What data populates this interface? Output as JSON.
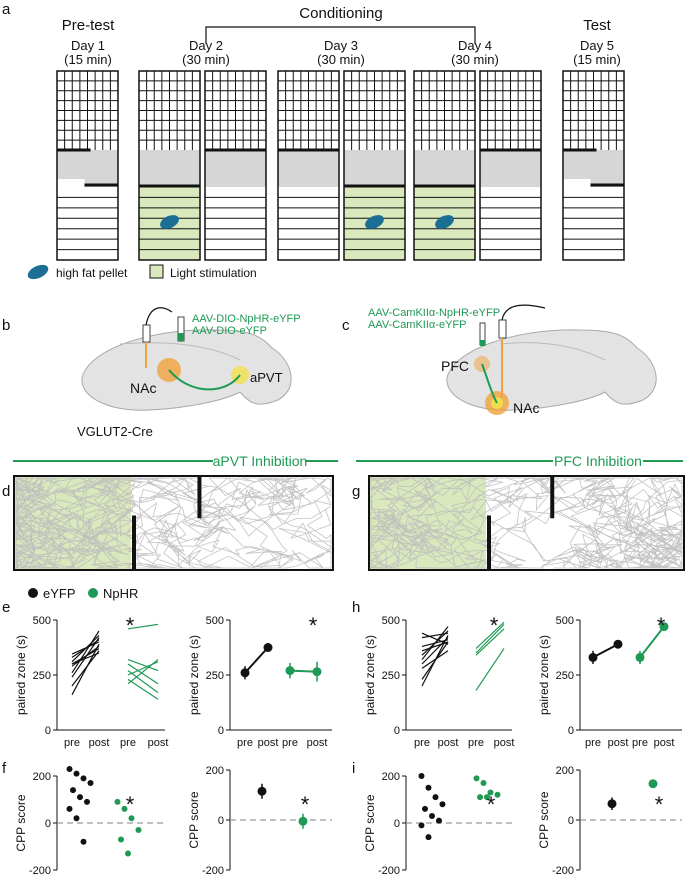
{
  "panels": {
    "a": "a",
    "b": "b",
    "c": "c",
    "d": "d",
    "e": "e",
    "f": "f",
    "g": "g",
    "h": "h",
    "i": "i"
  },
  "timeline": {
    "pretest": "Pre-test",
    "conditioning": "Conditioning",
    "test": "Test",
    "days": [
      {
        "label": "Day 1",
        "dur": "(15 min)"
      },
      {
        "label": "Day 2",
        "dur": "(30 min)"
      },
      {
        "label": "Day 3",
        "dur": "(30 min)"
      },
      {
        "label": "Day 4",
        "dur": "(30 min)"
      },
      {
        "label": "Day 5",
        "dur": "(15 min)"
      }
    ],
    "legend_pellet": "high fat pellet",
    "legend_light": "Light stimulation"
  },
  "colors": {
    "green": "#1f9a55",
    "light_green": "#d9e8bd",
    "grey": "#d6d6d6",
    "pellet": "#1b6f95",
    "trace": "#bdbdbd",
    "orange": "#f0a23c",
    "yellow": "#f2e04a"
  },
  "brain_b": {
    "virus1": "AAV-DIO-NpHR-eYFP",
    "virus2": "AAV-DIO-eYFP",
    "region1": "NAc",
    "region2": "aPVT",
    "mouse": "VGLUT2-Cre"
  },
  "brain_c": {
    "virus1": "AAV-CamKIIα-NpHR-eYFP",
    "virus2": "AAV-CamKIIα-eYFP",
    "region1": "PFC",
    "region2": "NAc"
  },
  "sections": {
    "left": "aPVT Inhibition",
    "right": "PFC Inhibition"
  },
  "legend": {
    "eyfp": "eYFP",
    "nphr": "NpHR"
  },
  "axes": {
    "paired": "paired zone (s)",
    "cpp": "CPP score",
    "pre": "pre",
    "post": "post",
    "star": "*",
    "paired_ticks": [
      "0",
      "250",
      "500"
    ],
    "cpp_ticks": [
      "200",
      "0",
      "-200"
    ]
  },
  "chart_data": [
    {
      "type": "line",
      "panel": "e-left",
      "ylabel": "paired zone (s)",
      "ylim": [
        0,
        500
      ],
      "x": [
        "pre",
        "post",
        "pre",
        "post"
      ],
      "series": [
        {
          "name": "eYFP",
          "pairs": [
            [
              160,
              390
            ],
            [
              200,
              360
            ],
            [
              240,
              420
            ],
            [
              260,
              450
            ],
            [
              290,
              380
            ],
            [
              300,
              350
            ],
            [
              310,
              430
            ],
            [
              330,
              410
            ],
            [
              345,
              400
            ],
            [
              300,
              370
            ]
          ]
        },
        {
          "name": "NpHR",
          "pairs": [
            [
              270,
              170
            ],
            [
              250,
              310
            ],
            [
              230,
              140
            ],
            [
              320,
              270
            ],
            [
              210,
              320
            ],
            [
              300,
              210
            ],
            [
              460,
              480
            ]
          ]
        }
      ]
    },
    {
      "type": "line",
      "panel": "e-right",
      "ylabel": "paired zone (s)",
      "ylim": [
        0,
        500
      ],
      "x": [
        "pre",
        "post",
        "pre",
        "post"
      ],
      "series": [
        {
          "name": "eYFP",
          "means": [
            260,
            375
          ],
          "errors": [
            30,
            15
          ]
        },
        {
          "name": "NpHR",
          "means": [
            270,
            265
          ],
          "errors": [
            35,
            45
          ]
        }
      ]
    },
    {
      "type": "scatter",
      "panel": "f-left",
      "ylabel": "CPP score",
      "ylim": [
        -200,
        200
      ],
      "series": [
        {
          "name": "eYFP",
          "values": [
            230,
            210,
            190,
            170,
            140,
            110,
            90,
            60,
            20,
            -80
          ]
        },
        {
          "name": "NpHR",
          "values": [
            90,
            60,
            20,
            -30,
            -70,
            -130
          ]
        }
      ]
    },
    {
      "type": "scatter",
      "panel": "f-right",
      "ylabel": "CPP score",
      "ylim": [
        -200,
        200
      ],
      "series": [
        {
          "name": "eYFP",
          "mean": 115,
          "error": 30
        },
        {
          "name": "NpHR",
          "mean": -5,
          "error": 30
        }
      ]
    },
    {
      "type": "line",
      "panel": "h-left",
      "ylabel": "paired zone (s)",
      "ylim": [
        0,
        500
      ],
      "x": [
        "pre",
        "post",
        "pre",
        "post"
      ],
      "series": [
        {
          "name": "eYFP",
          "pairs": [
            [
              200,
              430
            ],
            [
              230,
              400
            ],
            [
              280,
              360
            ],
            [
              300,
              420
            ],
            [
              340,
              450
            ],
            [
              360,
              400
            ],
            [
              380,
              410
            ],
            [
              420,
              440
            ],
            [
              440,
              390
            ],
            [
              320,
              470
            ]
          ]
        },
        {
          "name": "NpHR",
          "pairs": [
            [
              180,
              370
            ],
            [
              340,
              460
            ],
            [
              350,
              480
            ],
            [
              370,
              490
            ]
          ]
        }
      ]
    },
    {
      "type": "line",
      "panel": "h-right",
      "ylabel": "paired zone (s)",
      "ylim": [
        0,
        500
      ],
      "x": [
        "pre",
        "post",
        "pre",
        "post"
      ],
      "series": [
        {
          "name": "eYFP",
          "means": [
            330,
            390
          ],
          "errors": [
            30,
            12
          ]
        },
        {
          "name": "NpHR",
          "means": [
            330,
            470
          ],
          "errors": [
            30,
            15
          ]
        }
      ]
    },
    {
      "type": "scatter",
      "panel": "i-left",
      "ylabel": "CPP score",
      "ylim": [
        -200,
        200
      ],
      "series": [
        {
          "name": "eYFP",
          "values": [
            200,
            150,
            110,
            80,
            60,
            30,
            10,
            -10,
            -60
          ]
        },
        {
          "name": "NpHR",
          "values": [
            190,
            170,
            130,
            120,
            110,
            110
          ]
        }
      ]
    },
    {
      "type": "scatter",
      "panel": "i-right",
      "ylabel": "CPP score",
      "ylim": [
        -200,
        200
      ],
      "series": [
        {
          "name": "eYFP",
          "mean": 65,
          "error": 25
        },
        {
          "name": "NpHR",
          "mean": 145,
          "error": 10
        }
      ]
    }
  ]
}
